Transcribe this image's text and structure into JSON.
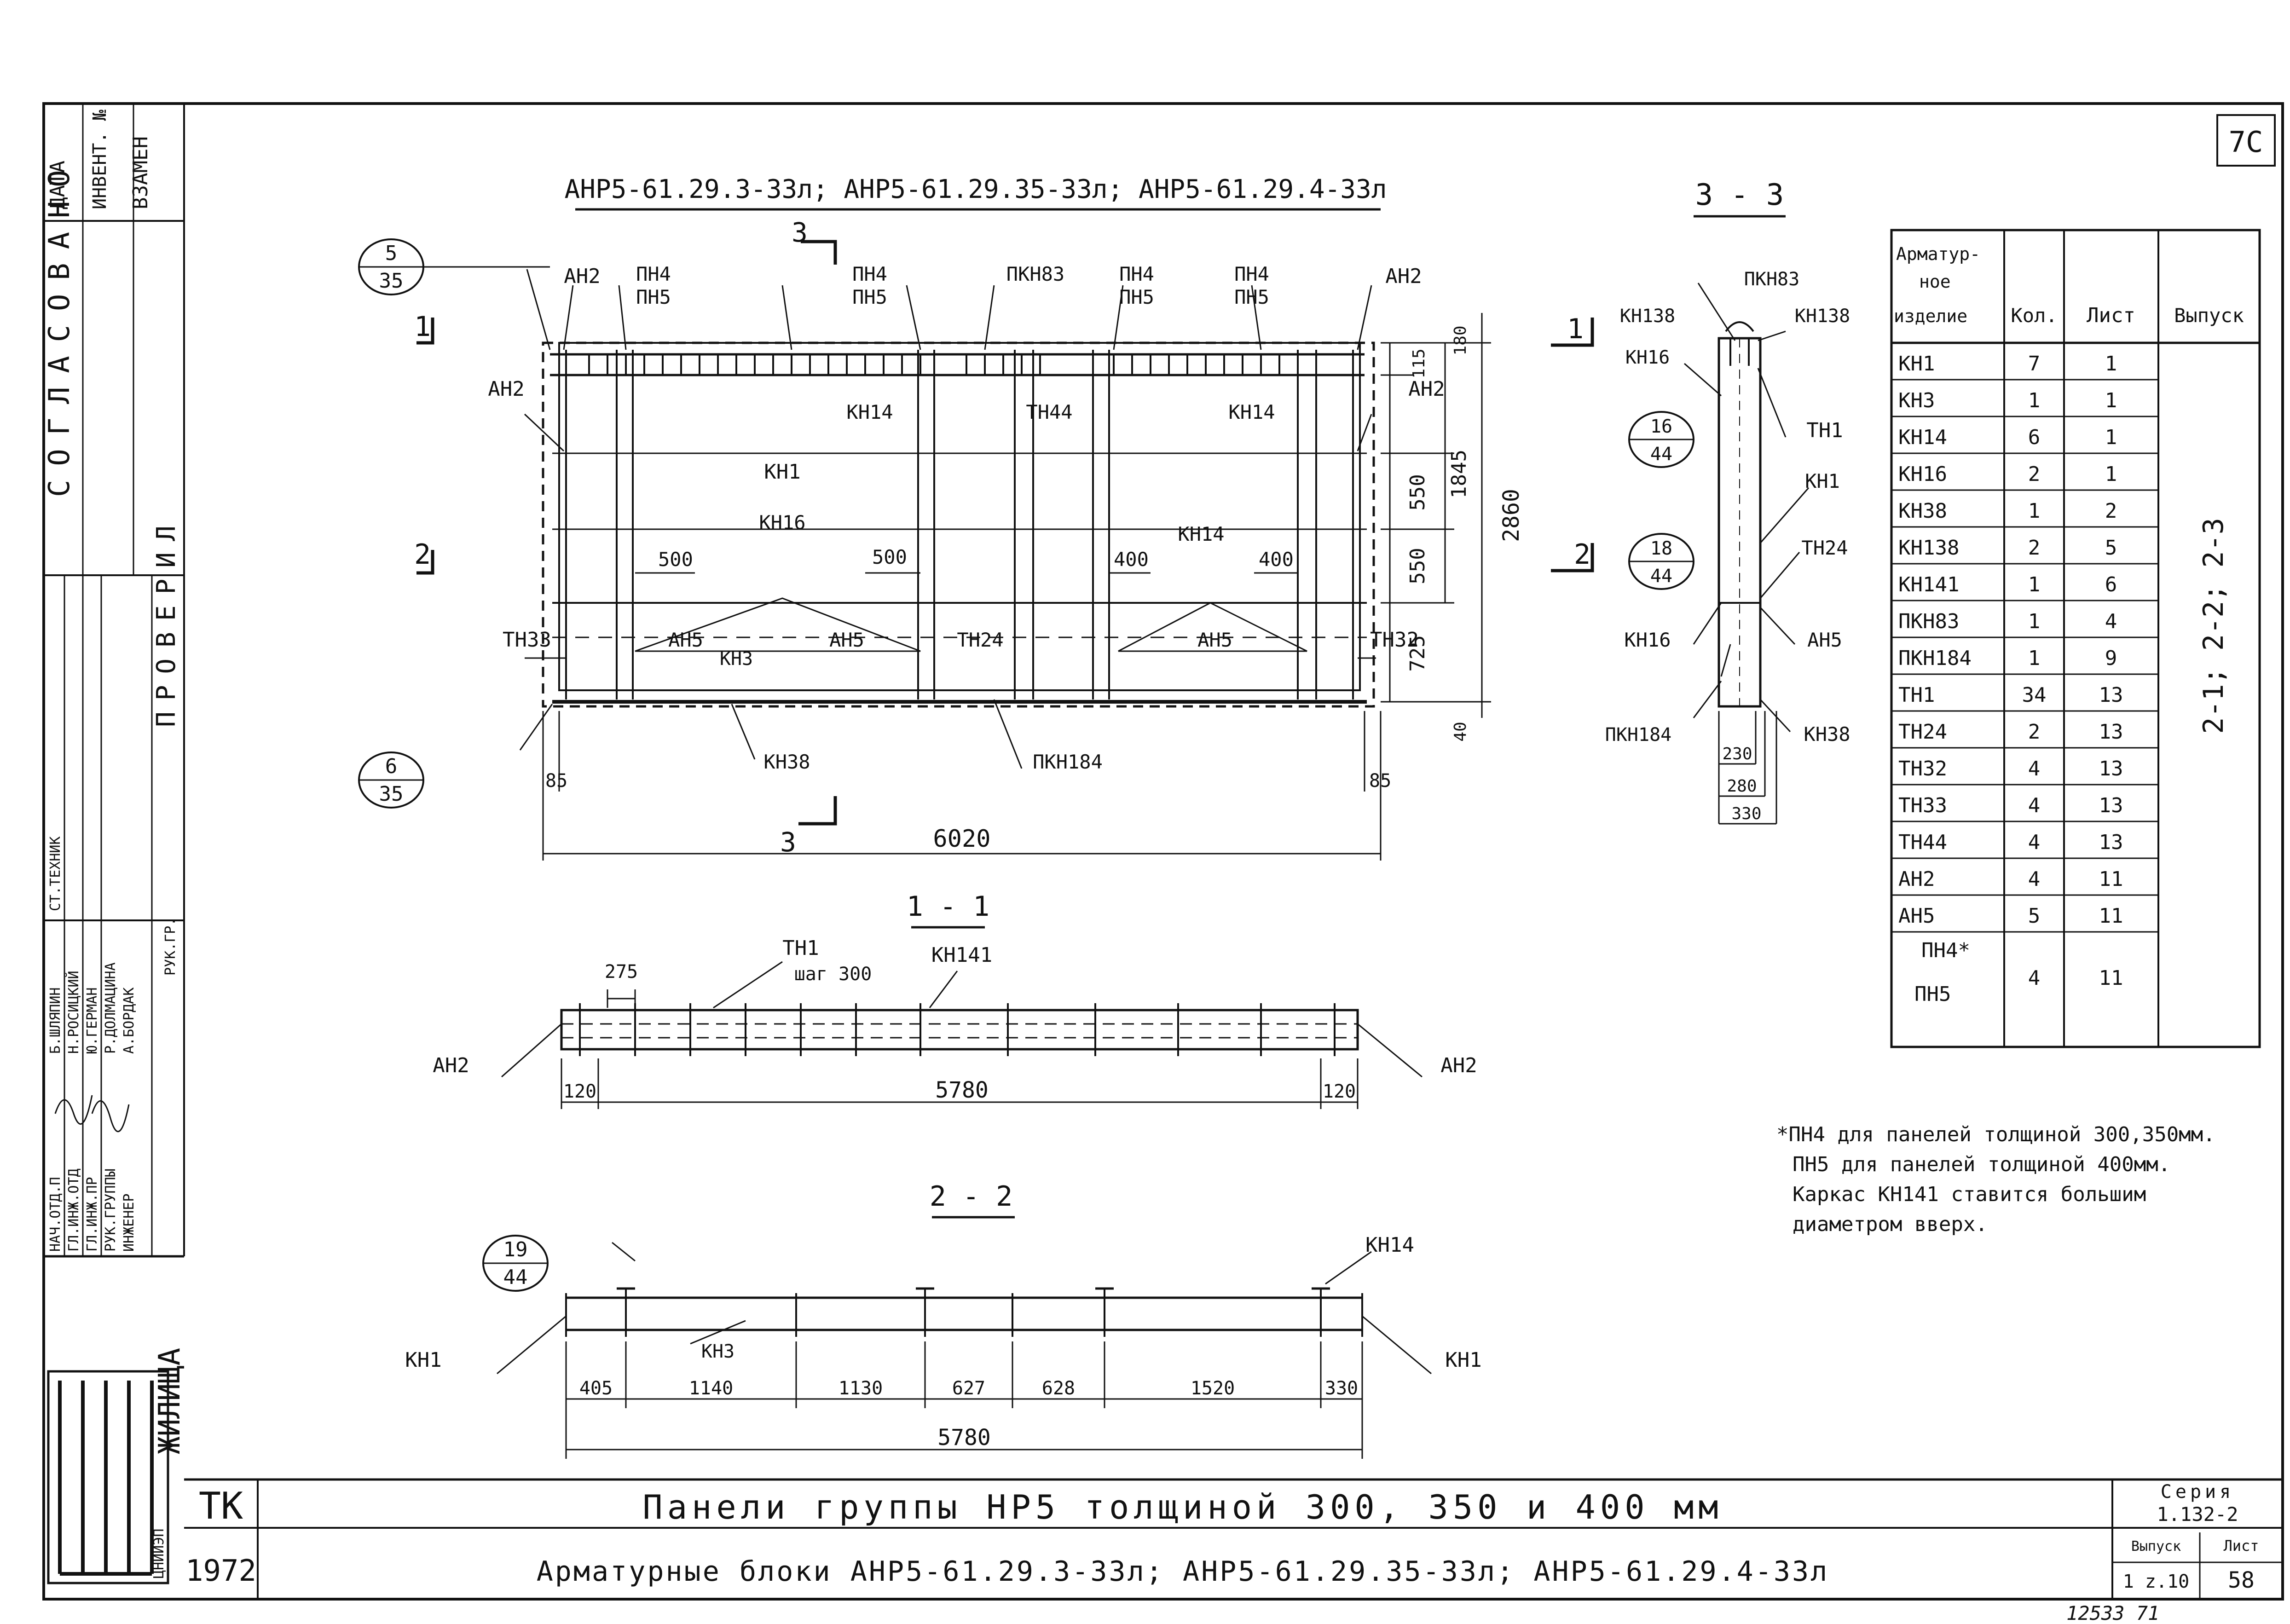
{
  "sheet_number_corner": "7С",
  "main_view": {
    "title": "АНР5-61.29.3-33л; АНР5-61.29.35-33л; АНР5-61.29.4-33л",
    "labels_top": [
      "АН2",
      "ПН4",
      "ПН5",
      "ПН4",
      "ПН5",
      "ПКН83",
      "ПН4",
      "ПН5",
      "ПН4",
      "ПН5",
      "АН2"
    ],
    "labels": {
      "an2_left": "АН2",
      "an2_right": "АН2",
      "kn14_a": "КН14",
      "th44": "ТН44",
      "kn14_b": "КН14",
      "kn1": "КН1",
      "kn16": "КН16",
      "kn14_c": "КН14",
      "th33": "ТН33",
      "an5_a": "АН5",
      "kn3": "КН3",
      "an5_b": "АН5",
      "th24": "ТН24",
      "an5_c": "АН5",
      "th32": "ТН32",
      "kn38": "КН38",
      "pkn184": "ПКН184"
    },
    "dims": {
      "d500a": "500",
      "d500b": "500",
      "d400a": "400",
      "d400b": "400",
      "d115": "115",
      "d180": "180",
      "d550a": "550",
      "d550b": "550",
      "d1845": "1845",
      "d2860": "2860",
      "d725": "725",
      "d40": "40",
      "d85a": "85",
      "d85b": "85",
      "d6020": "6020"
    },
    "cut_labels": {
      "c1a": "1",
      "c1b": "1",
      "c2a": "2",
      "c2b": "2",
      "c3a": "3",
      "c3b": "3"
    },
    "callout_5": {
      "top": "5",
      "bottom": "35"
    },
    "callout_6": {
      "top": "6",
      "bottom": "35"
    }
  },
  "section_1": {
    "title": "1 - 1",
    "labels": {
      "th1": "ТН1",
      "step": "шаг 300",
      "kn141": "КН141",
      "an2_l": "АН2",
      "an2_r": "АН2"
    },
    "dims": {
      "d275": "275",
      "d120a": "120",
      "d5780": "5780",
      "d120b": "120"
    }
  },
  "section_2": {
    "title": "2 - 2",
    "labels": {
      "kn14": "КН14",
      "kn1_l": "КН1",
      "kn3": "КН3",
      "kn1_r": "КН1"
    },
    "dims": {
      "d405": "405",
      "d1140": "1140",
      "d1130": "1130",
      "d627": "627",
      "d628": "628",
      "d1520": "1520",
      "d330": "330",
      "d5780": "5780"
    },
    "callout": {
      "top": "19",
      "bottom": "44"
    }
  },
  "section_3": {
    "title": "3 - 3",
    "labels": {
      "pkn83": "ПКН83",
      "kn138_l": "КН138",
      "kn138_r": "КН138",
      "kn16_a": "КН16",
      "th1": "ТН1",
      "kn1": "КН1",
      "th24": "ТН24",
      "kn16_b": "КН16",
      "an5": "АН5",
      "pkn184": "ПКН184",
      "kn38": "КН38"
    },
    "dims": {
      "d230": "230",
      "d280": "280",
      "d330": "330"
    },
    "callout_16": {
      "top": "16",
      "bottom": "44"
    },
    "callout_18": {
      "top": "18",
      "bottom": "44"
    },
    "cut_1": "1",
    "cut_2": "2"
  },
  "spec_table": {
    "headers": [
      "Арматур-ное изделие",
      "Кол.",
      "Лист",
      "Выпуск"
    ],
    "rows": [
      [
        "КН1",
        "7",
        "1"
      ],
      [
        "КН3",
        "1",
        "1"
      ],
      [
        "КН14",
        "6",
        "1"
      ],
      [
        "КН16",
        "2",
        "1"
      ],
      [
        "КН38",
        "1",
        "2"
      ],
      [
        "КН138",
        "2",
        "5"
      ],
      [
        "КН141",
        "1",
        "6"
      ],
      [
        "ПКН83",
        "1",
        "4"
      ],
      [
        "ПКН184",
        "1",
        "9"
      ],
      [
        "ТН1",
        "34",
        "13"
      ],
      [
        "ТН24",
        "2",
        "13"
      ],
      [
        "ТН32",
        "4",
        "13"
      ],
      [
        "ТН33",
        "4",
        "13"
      ],
      [
        "ТН44",
        "4",
        "13"
      ],
      [
        "АН2",
        "4",
        "11"
      ],
      [
        "АН5",
        "5",
        "11"
      ]
    ],
    "last_row": {
      "item1": "ПН4*",
      "item2": "ПН5",
      "qty": "4",
      "sheet": "11"
    },
    "issue": "2-1; 2-2; 2-3"
  },
  "notes": [
    "*ПН4 для панелей толщиной 300,350мм.",
    "ПН5 для панелей толщиной 400мм.",
    "Каркас КН141 ставится большим",
    "диаметром вверх."
  ],
  "title_block": {
    "code": "ТК",
    "year": "1972",
    "line1": "Панели группы НР5 толщиной 300, 350 и 400 мм",
    "line2": "Арматурные блоки АНР5-61.29.3-33л; АНР5-61.29.35-33л; АНР5-61.29.4-33л",
    "series_label": "Серия",
    "series": "1.132-2",
    "issue_label": "Выпуск",
    "issue": "1 z.10",
    "sheet_label": "Лист",
    "sheet": "58",
    "org": "ЦНИИЭП",
    "org_sub": "ЖИЛИЩА",
    "inventory": "12533 71"
  },
  "left_margin": {
    "header": [
      "ДАТА",
      "ИНВЕНТ. №",
      "ВЗАМЕН"
    ],
    "approval": "СОГЛАСОВАНО",
    "check": "ПРОВЕРИЛ",
    "staff": [
      [
        "НАЧ.ОТД.П",
        "Б.ШЛЯПИН"
      ],
      [
        "ГЛ.ИНЖ.ОТД",
        "Н.РОСИЦКИЙ"
      ],
      [
        "ГЛ.ИНЖ.ПР",
        "Ю.ГЕРМАН"
      ],
      [
        "РУК.ГРУППЫ",
        "Р.ДОЛМАЦИНА"
      ],
      [
        "ИНЖЕНЕР",
        "А.БОРДАК"
      ]
    ],
    "ruk_gr": "РУК.ГР.",
    "st_tehnik": "СТ.ТЕХНИК"
  }
}
